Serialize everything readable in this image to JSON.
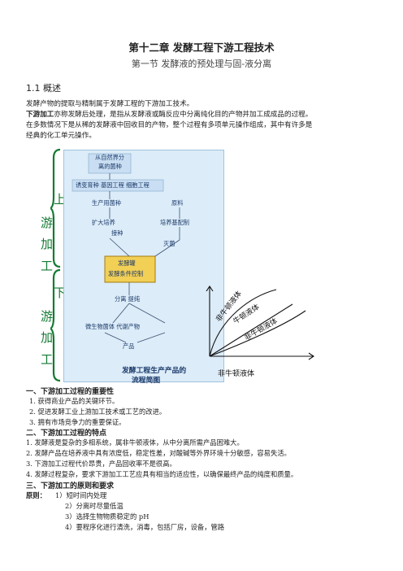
{
  "title": "第十二章  发酵工程下游工程技术",
  "subtitle": "第一节 发酵液的预处理与固-液分离",
  "section": "1.1  概述",
  "intro_line": "发酵产物的提取与精制属于发酵工程的下游加工技术。",
  "def_term": "下游加工",
  "def_text_1": "亦称发酵后处理，是指从发酵液或酶反应中分离纯化目的产物并加工成成品的过程。",
  "def_text_2": "在多数情况下是从稀的发酵液中回收目的产物，整个过程有多项单元操作组成，其中有许多是",
  "def_text_3": "经典的化工单元操作。",
  "flow": {
    "n1a": "从自然界分",
    "n1b": "离的菌种",
    "n2": "诱变育种  基因工程  细胞工程",
    "n3": "生产用菌种",
    "n4a": "扩大培养",
    "n4b": "接种",
    "n5": "原料",
    "n6": "培养基配制",
    "n7": "灭菌",
    "n8a": "发酵罐",
    "n8b": "发酵条件控制",
    "n9": "分离  提纯",
    "n10": "微生物菌体   代谢产物",
    "n11": "产品",
    "caption_1": "发酵工程生产产品的",
    "caption_2": "流程简图",
    "upstream": [
      "上",
      "游",
      "加",
      "工"
    ],
    "downstream": [
      "下",
      "游",
      "加",
      "工"
    ]
  },
  "graph": {
    "curve_labels": [
      "非牛顿液体",
      "牛顿液体",
      "非牛顿液体"
    ],
    "xlabel": "非牛顿液体"
  },
  "s1": {
    "heading": "一、下游加工过程的重要性",
    "items": [
      "1. 获得商业产品的关键环节。",
      "2. 促进发酵工业上游加工技术或工艺的改进。",
      "3. 拥有市场竞争力的重要保证。"
    ]
  },
  "s2": {
    "heading": "二、下游加工过程的特点",
    "items": [
      "1. 发酵液是复杂的多相系统，属非牛顿液体，从中分离所需产品困难大。",
      "2. 发酵产品在培养液中具有浓度低，稳定性差，对酸碱等外界环境十分敏感，容易失活。",
      "3. 下游加工过程代价昂贵，产品回收率不是很高。",
      "4. 发酵过程复杂，要求下游加工工艺应具有相当的适应性，以确保最终产品的纯度和质量。"
    ]
  },
  "s3": {
    "heading": "三、下游加工的原则和要求",
    "label": "原则：",
    "items": [
      "1）短时间内处理",
      "2）分离时尽量低温",
      "3）选择生物物质稳定的 pH",
      "4）要程序化进行清洗，消毒，包括厂房，设备，管路"
    ]
  }
}
